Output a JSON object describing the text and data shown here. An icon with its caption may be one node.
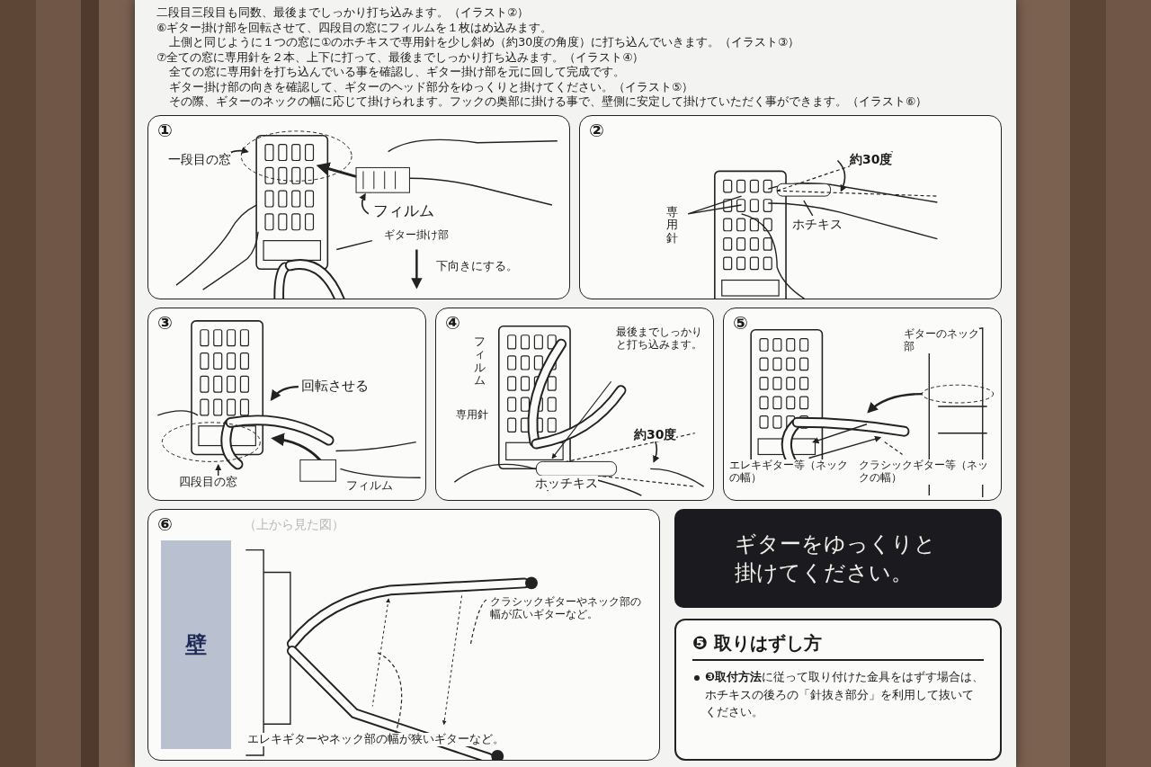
{
  "diagram": {
    "nodes": [
      {
        "text": [
          "①",
          "一段目の窓",
          "フィルム",
          "ギター掛け部",
          "下向きにする。"
        ]
      },
      {
        "text": [
          "②",
          "約30度",
          "専用針",
          "ホチキス"
        ]
      },
      {
        "text": [
          "③",
          "回転させる",
          "四段目の窓",
          "フィルム"
        ]
      },
      {
        "text": [
          "④",
          "フィルム",
          "専用針",
          "最後までしっかりと打ち込みます。",
          "約30度",
          "ホッチキス"
        ]
      },
      {
        "text": [
          "⑤",
          "ギターのネック部",
          "エレキギター等（ネックの幅）",
          "クラシックギター等（ネックの幅）"
        ]
      },
      {
        "text": [
          "⑥",
          "（上から見た図）",
          "クラシックギターやネック部の幅が広いギターなど。",
          "エレキギターやネック部の幅が狭いギターなど。"
        ]
      },
      {
        "text": [
          "壁"
        ],
        "in": 5
      },
      {
        "text": [
          "ギターをゆっくりと掛けてください。"
        ]
      },
      {
        "text": [
          "❺ 取りはずし方",
          "**❸取付方法**に従って取り付けた金具をはずす場合は、ホチキスの後ろの「針抜き部分」を利用して抜いてください。"
        ]
      }
    ],
    "labels": [
      "二段目三段目も同数、最後までしっかり打ち込みます。（イラスト②）",
      "⑥ギター掛け部を回転させて、四段目の窓にフィルムを１枚はめ込みます。",
      "上側と同じように１つの窓に①のホチキスで専用針を少し斜め（約30度の角度）に打ち込んでいきます。（イラスト③）",
      "⑦全ての窓に専用針を２本、上下に打って、最後までしっかり打ち込みます。（イラスト④）",
      "全ての窓に専用針を打ち込んでいる事を確認し、ギター掛け部を元に回して完成です。",
      "ギター掛け部の向きを確認して、ギターのヘッド部分をゆっくりと掛けてください。（イラスト⑤）",
      "その際、ギターのネックの幅に応じて掛けられます。フックの奥部に掛ける事で、壁側に安定して掛けていただく事ができます。（イラスト⑥）"
    ]
  }
}
